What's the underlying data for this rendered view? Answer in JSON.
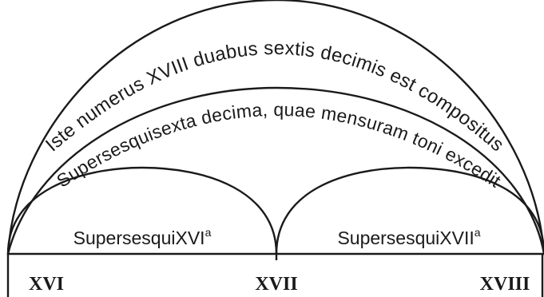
{
  "diagram": {
    "outer_arc_text": "Iste numerus XVIII duabus sextis decimis est compositus",
    "middle_arc_text": "Supersesquisexta decima, quae mensuram toni excedit",
    "left_label_main": "SupersesquiXVI",
    "left_label_sup": "a",
    "right_label_main": "SupersesquiXVII",
    "right_label_sup": "a",
    "points": [
      "XVI",
      "XVII",
      "XVIII"
    ]
  }
}
